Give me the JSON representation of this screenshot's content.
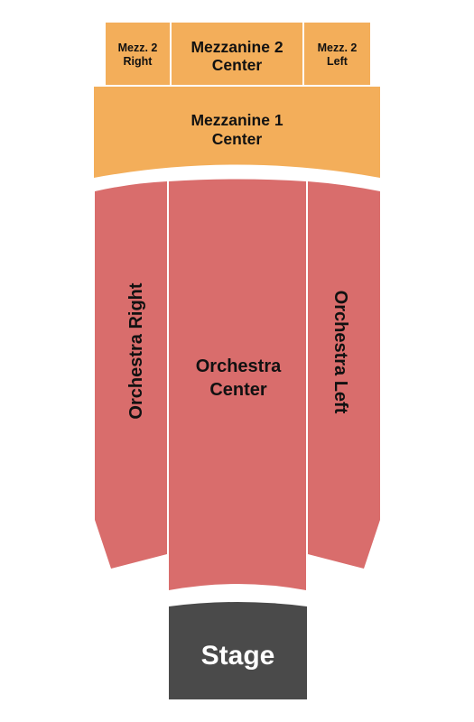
{
  "colors": {
    "mezzanine": "#F3AE5A",
    "orchestra": "#D96D6C",
    "stage": "#4A4A4A",
    "background": "#FFFFFF"
  },
  "sections": {
    "mezz2_right": {
      "line1": "Mezz. 2",
      "line2": "Right"
    },
    "mezz2_center": {
      "line1": "Mezzanine 2",
      "line2": "Center"
    },
    "mezz2_left": {
      "line1": "Mezz. 2",
      "line2": "Left"
    },
    "mezz1_center": {
      "line1": "Mezzanine 1",
      "line2": "Center"
    },
    "orchestra_right": {
      "label": "Orchestra Right"
    },
    "orchestra_center": {
      "line1": "Orchestra",
      "line2": "Center"
    },
    "orchestra_left": {
      "label": "Orchestra Left"
    },
    "stage": {
      "label": "Stage"
    }
  }
}
